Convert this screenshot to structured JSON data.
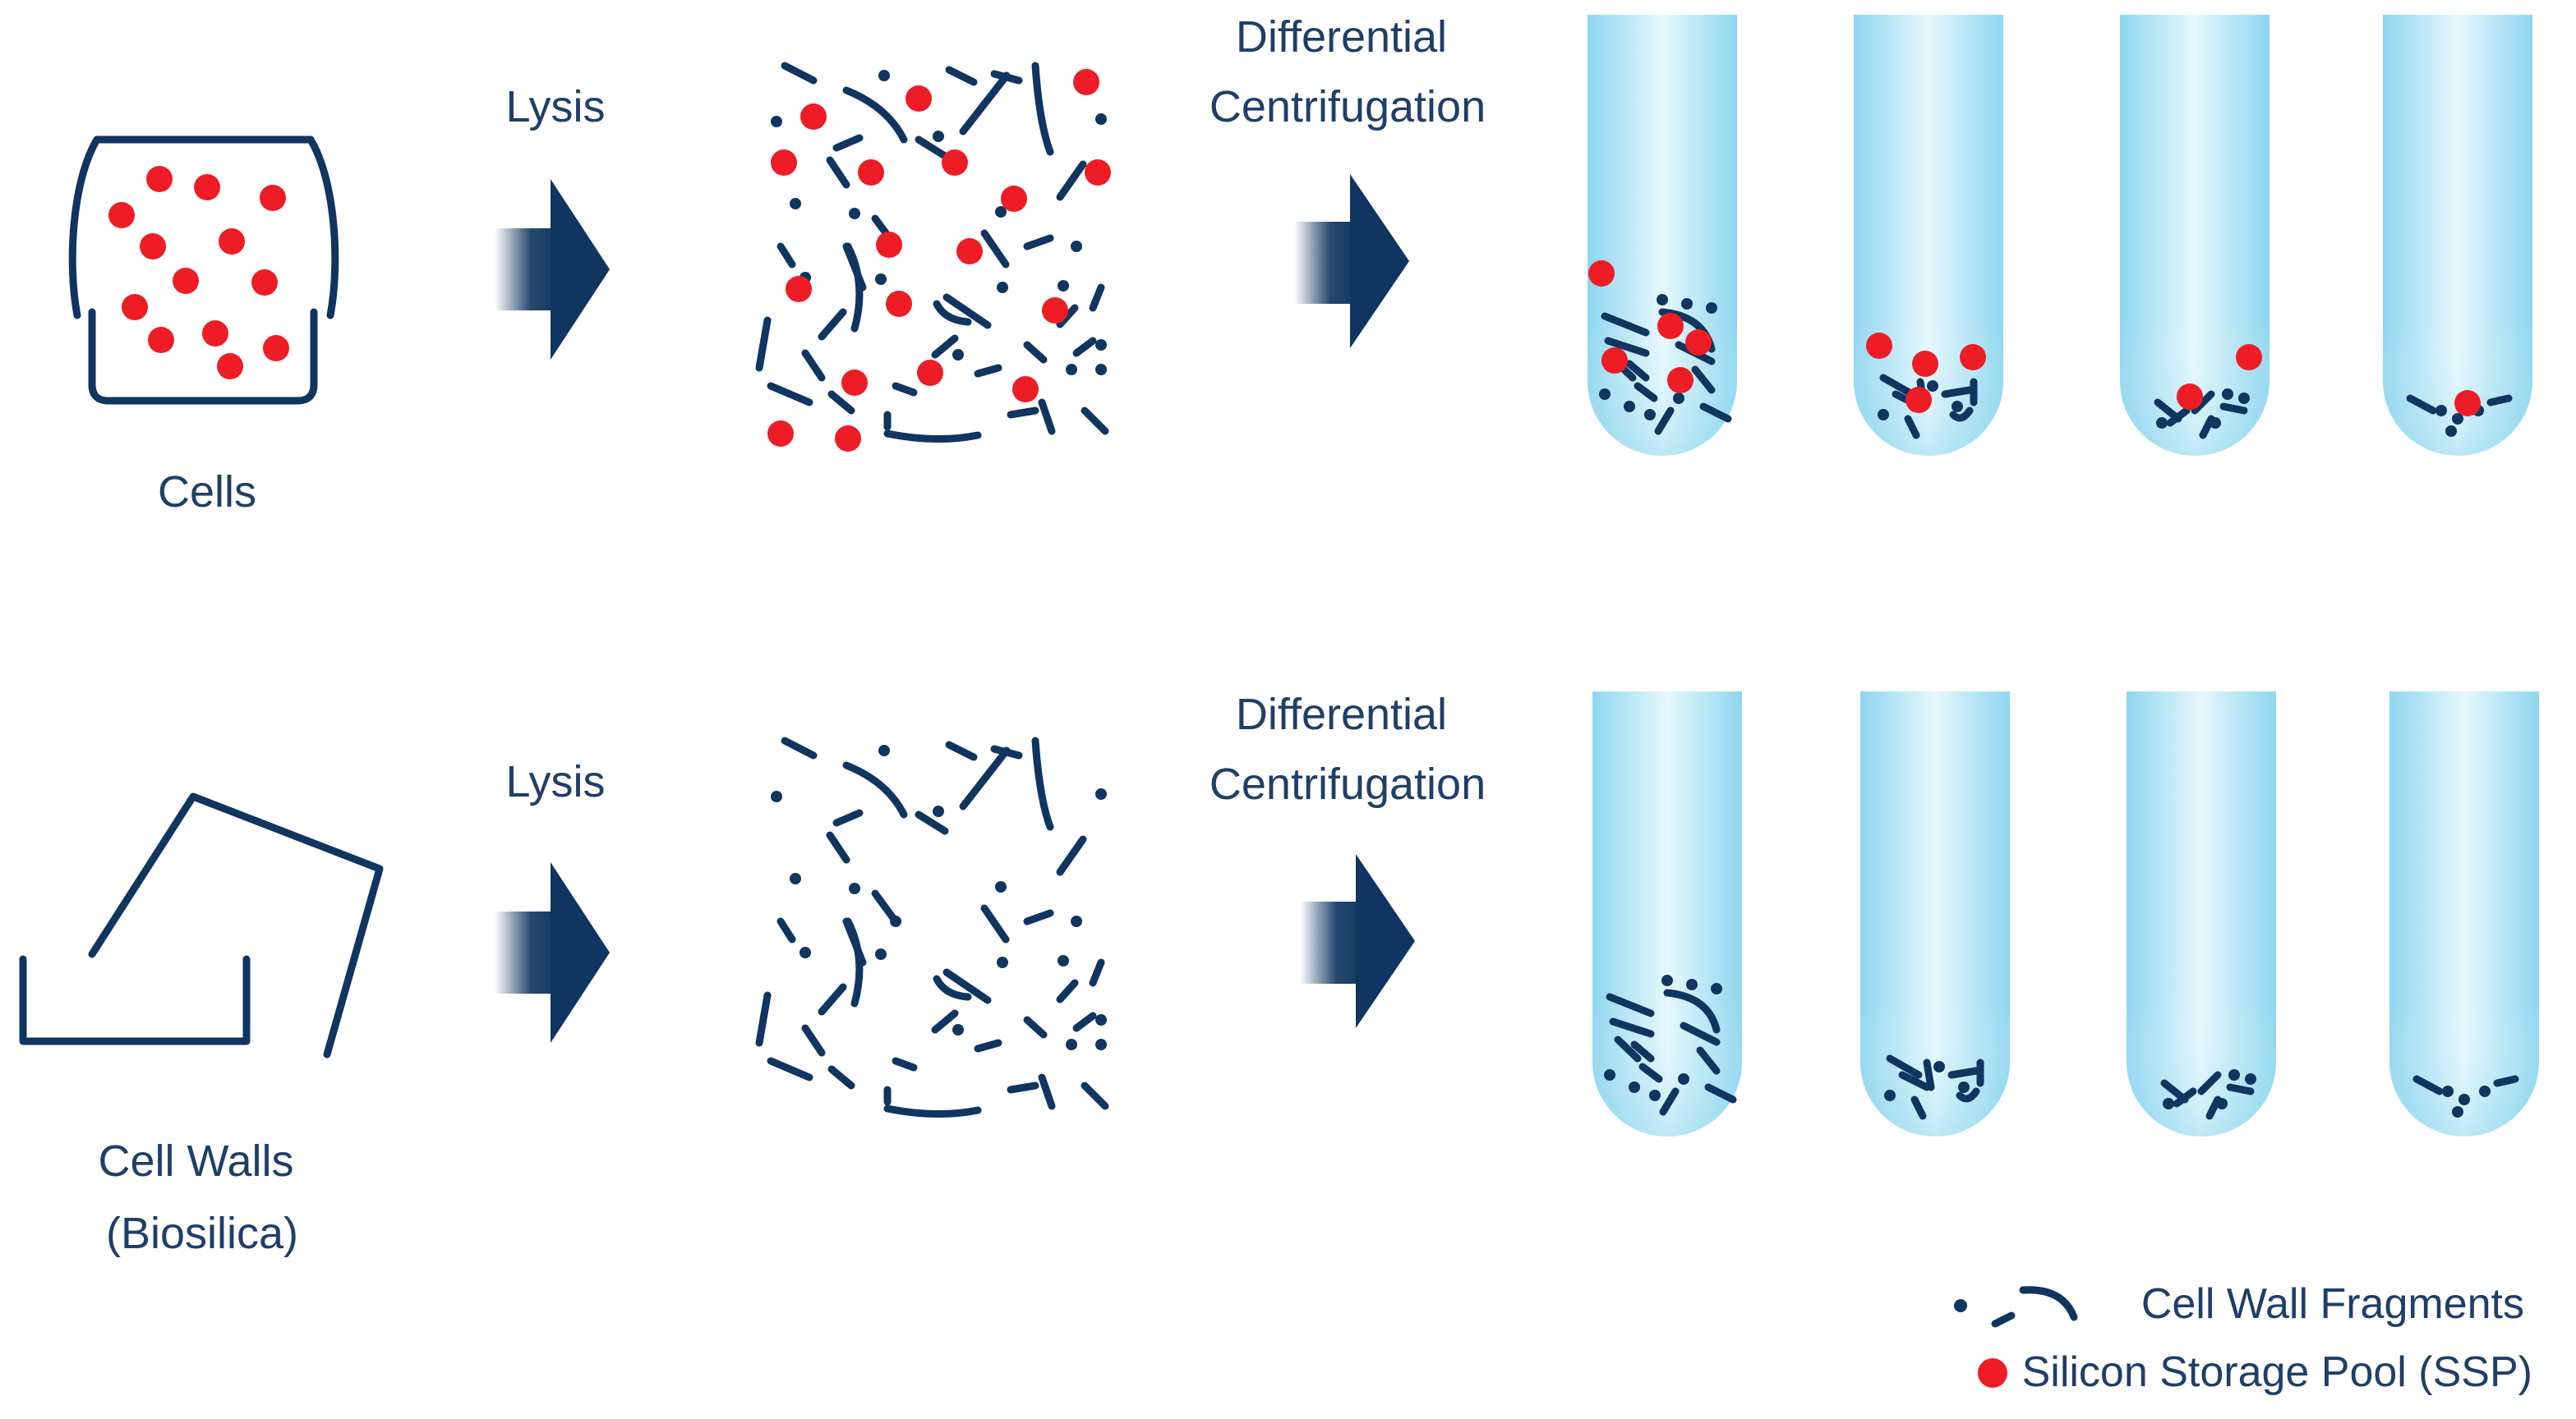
{
  "colors": {
    "navy": "#0f3560",
    "text": "#1f3e68",
    "red": "#ee1c25",
    "tube_edge": "#e6f8fd",
    "tube_mid": "#b7e6f5",
    "tube_bottom": "#8fd6ef"
  },
  "rows": [
    {
      "source_label_lines": [
        "Cells"
      ],
      "lysis_label": "Lysis",
      "centrifugation_label_lines": [
        "Differential",
        "Centrifugation"
      ]
    },
    {
      "source_label_lines": [
        "Cell Walls",
        "(Biosilica)"
      ],
      "lysis_label": "Lysis",
      "centrifugation_label_lines": [
        "Differential",
        "Centrifugation"
      ]
    }
  ],
  "legend": {
    "items": [
      {
        "symbol": "fragments-icon",
        "label": "Cell Wall Fragments"
      },
      {
        "symbol": "red-dot-icon",
        "label": "Silicon Storage Pool (SSP)"
      }
    ]
  }
}
